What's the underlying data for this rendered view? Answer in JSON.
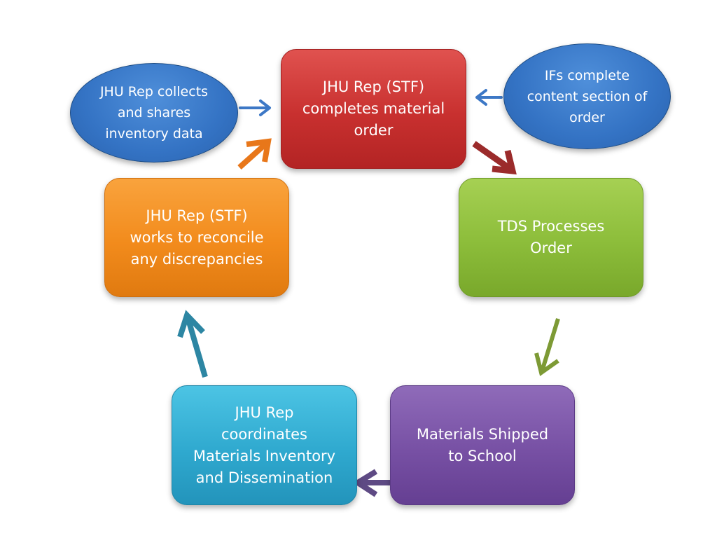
{
  "nodes": {
    "red": "JHU Rep (STF)\ncompletes material\norder",
    "green": "TDS Processes\nOrder",
    "purple": "Materials Shipped\nto School",
    "cyan": "JHU Rep\ncoordinates\nMaterials Inventory\nand Dissemination",
    "orange": "JHU Rep (STF)\nworks to reconcile\nany discrepancies"
  },
  "inputs": {
    "left": "JHU Rep collects\nand shares\ninventory data",
    "right": "IFs complete\ncontent section of\norder"
  },
  "colors": {
    "red": "#c8302f",
    "green": "#8cbd3a",
    "purple": "#7750a4",
    "cyan": "#2fa9cf",
    "orange": "#f28b1c",
    "ellipse_blue": "#3473c4",
    "arrow_blue": "#3d78c6",
    "arrow_red": "#9b2b2b",
    "arrow_green": "#7d9a35",
    "arrow_purple": "#5e4a84",
    "arrow_teal": "#2d86a3",
    "arrow_orange": "#e8771a"
  }
}
